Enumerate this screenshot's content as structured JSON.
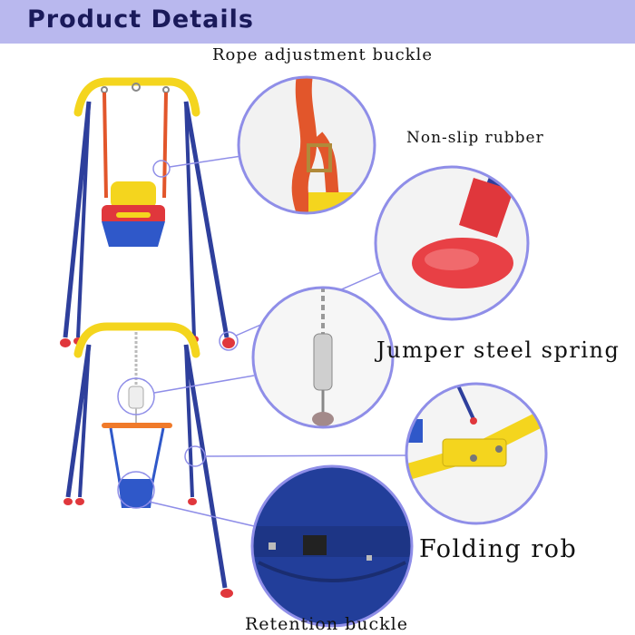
{
  "header": {
    "title": "Product Details"
  },
  "callouts": {
    "rope": "Rope adjustment buckle",
    "nonslip": "Non-slip rubber",
    "spring": "Jumper steel spring",
    "folding": "Folding rob",
    "retention": "Retention buckle"
  },
  "colors": {
    "header_bg": "#b9b8ee",
    "frame_blue": "#2e3f9c",
    "top_bar_yellow": "#f4d51e",
    "circle_border": "#8f8ee8",
    "rope_orange": "#e2562b",
    "foot_red": "#e0373c"
  },
  "illustrations": [
    "swing-seat-setup",
    "jumper-setup",
    "rope-buckle-detail",
    "rubber-foot-detail",
    "steel-spring-detail",
    "folding-joint-detail",
    "retention-buckle-detail"
  ]
}
